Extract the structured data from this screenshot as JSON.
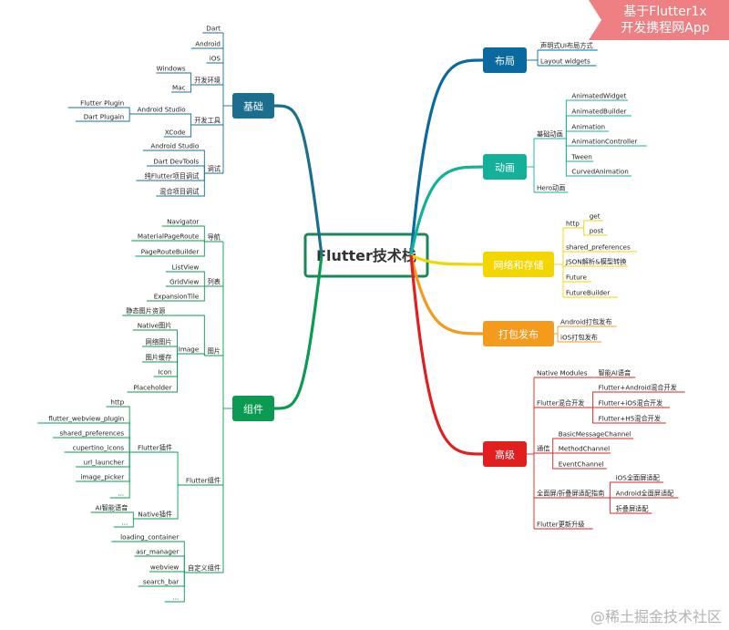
{
  "root": {
    "label": "Flutter技术栈"
  },
  "corner_badge": {
    "line1": "基于Flutter1x",
    "line2": "开发携程网App"
  },
  "watermark": "@稀土掘金技术社区",
  "colors": {
    "basics": "#1b6e8d",
    "components": "#0b9a52",
    "layout": "#0a6aa0",
    "animation": "#13b19a",
    "network": "#f3d500",
    "packaging": "#f49a1c",
    "advanced": "#e21f1f",
    "root_border": "#18885b",
    "root_text": "#333333"
  },
  "left": [
    {
      "label": "基础",
      "color": "#1b6e8d",
      "children": [
        {
          "label": "Dart"
        },
        {
          "label": "Android"
        },
        {
          "label": "iOS"
        },
        {
          "label": "开发环境",
          "children": [
            {
              "label": "Windows"
            },
            {
              "label": "Mac"
            }
          ]
        },
        {
          "label": "开发工具",
          "children": [
            {
              "label": "Android Studio",
              "children": [
                {
                  "label": "Flutter Plugin"
                },
                {
                  "label": "Dart Plugain"
                }
              ]
            },
            {
              "label": "XCode"
            }
          ]
        },
        {
          "label": "调试",
          "children": [
            {
              "label": "Android Studio"
            },
            {
              "label": "Dart DevTools"
            },
            {
              "label": "纯Flutter项目调试"
            },
            {
              "label": "混合项目调试"
            }
          ]
        }
      ]
    },
    {
      "label": "组件",
      "color": "#0b9a52",
      "children": [
        {
          "label": "导航",
          "children": [
            {
              "label": "Navigator"
            },
            {
              "label": "MaterialPageRoute"
            },
            {
              "label": "PageRouteBuilder"
            }
          ]
        },
        {
          "label": "列表",
          "children": [
            {
              "label": "ListView"
            },
            {
              "label": "GridView"
            },
            {
              "label": "ExpansionTile"
            }
          ]
        },
        {
          "label": "图片",
          "children": [
            {
              "label": "静态图片资源"
            },
            {
              "label": "Image",
              "children": [
                {
                  "label": "Native图片"
                },
                {
                  "label": "网络图片"
                },
                {
                  "label": "图片缓存"
                },
                {
                  "label": "Icon"
                },
                {
                  "label": "Placeholder"
                }
              ]
            }
          ]
        },
        {
          "label": "Flutter组件",
          "children": [
            {
              "label": "Flutter插件",
              "children": [
                {
                  "label": "http"
                },
                {
                  "label": "flutter_webview_plugin"
                },
                {
                  "label": "shared_preferences"
                },
                {
                  "label": "cupertino_icons"
                },
                {
                  "label": "url_launcher"
                },
                {
                  "label": "image_picker"
                },
                {
                  "label": "..."
                }
              ]
            },
            {
              "label": "Native插件",
              "children": [
                {
                  "label": "AI智能语音"
                },
                {
                  "label": "..."
                }
              ]
            }
          ]
        },
        {
          "label": "自定义组件",
          "children": [
            {
              "label": "loading_container"
            },
            {
              "label": "asr_manager"
            },
            {
              "label": "webview"
            },
            {
              "label": "search_bar"
            },
            {
              "label": "..."
            }
          ]
        }
      ]
    }
  ],
  "right": [
    {
      "label": "布局",
      "color": "#0a6aa0",
      "children": [
        {
          "label": "声明式UI布局方式"
        },
        {
          "label": "Layout widgets"
        }
      ]
    },
    {
      "label": "动画",
      "color": "#13b19a",
      "children": [
        {
          "label": "基础动画",
          "children": [
            {
              "label": "AnimatedWidget"
            },
            {
              "label": "AnimatedBuilder"
            },
            {
              "label": "Animation"
            },
            {
              "label": "AnimationController"
            },
            {
              "label": "Tween"
            },
            {
              "label": "CurvedAnimation"
            }
          ]
        },
        {
          "label": "Hero动画"
        }
      ]
    },
    {
      "label": "网络和存储",
      "color": "#f3d500",
      "children": [
        {
          "label": "http",
          "children": [
            {
              "label": "get"
            },
            {
              "label": "post"
            }
          ]
        },
        {
          "label": "shared_preferences"
        },
        {
          "label": "JSON解析&模型转换"
        },
        {
          "label": "Future"
        },
        {
          "label": "FutureBuilder"
        }
      ]
    },
    {
      "label": "打包发布",
      "color": "#f49a1c",
      "children": [
        {
          "label": "Android打包发布"
        },
        {
          "label": "iOS打包发布"
        }
      ]
    },
    {
      "label": "高级",
      "color": "#e21f1f",
      "children": [
        {
          "label": "Native Modules",
          "children": [
            {
              "label": "智能AI语音"
            }
          ]
        },
        {
          "label": "Flutter混合开发",
          "children": [
            {
              "label": "Flutter+Android混合开发"
            },
            {
              "label": "Flutter+iOS混合开发"
            },
            {
              "label": "Flutter+H5混合开发"
            }
          ]
        },
        {
          "label": "通信",
          "children": [
            {
              "label": "BasicMessageChannel"
            },
            {
              "label": "MethodChannel"
            },
            {
              "label": "EventChannel"
            }
          ]
        },
        {
          "label": "全面屏/折叠屏适配指南",
          "children": [
            {
              "label": "iOS全面屏适配"
            },
            {
              "label": "Android全面屏适配"
            },
            {
              "label": "折叠屏适配"
            }
          ]
        },
        {
          "label": "Flutter更新升级"
        }
      ]
    }
  ]
}
